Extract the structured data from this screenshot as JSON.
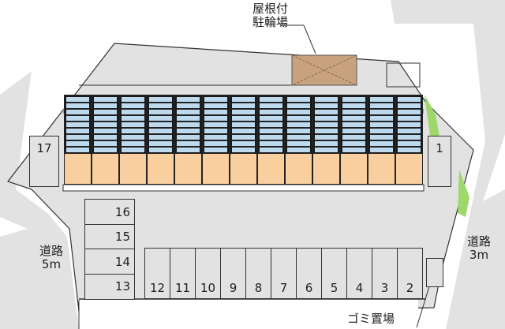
{
  "labels": {
    "bicycle_parking": [
      "屋根付",
      "駐輪場"
    ],
    "road_left": [
      "道路",
      "5m"
    ],
    "road_right": [
      "道路",
      "3m"
    ],
    "garbage": "ゴミ置場"
  },
  "parking_spaces": {
    "bottom_row": [
      "12",
      "11",
      "10",
      "9",
      "8",
      "7",
      "6",
      "5",
      "4",
      "3",
      "2"
    ],
    "left_column": [
      "16",
      "15",
      "14",
      "13"
    ],
    "left_of_building": "17",
    "right_of_building": "1"
  },
  "building": {
    "unit_count": 13
  },
  "colors": {
    "ground": "#e2e2e2",
    "room": "#f9cf9f",
    "plan": "#bcd9ee",
    "bike": "#c8a27e",
    "green": "#9ed86a"
  }
}
